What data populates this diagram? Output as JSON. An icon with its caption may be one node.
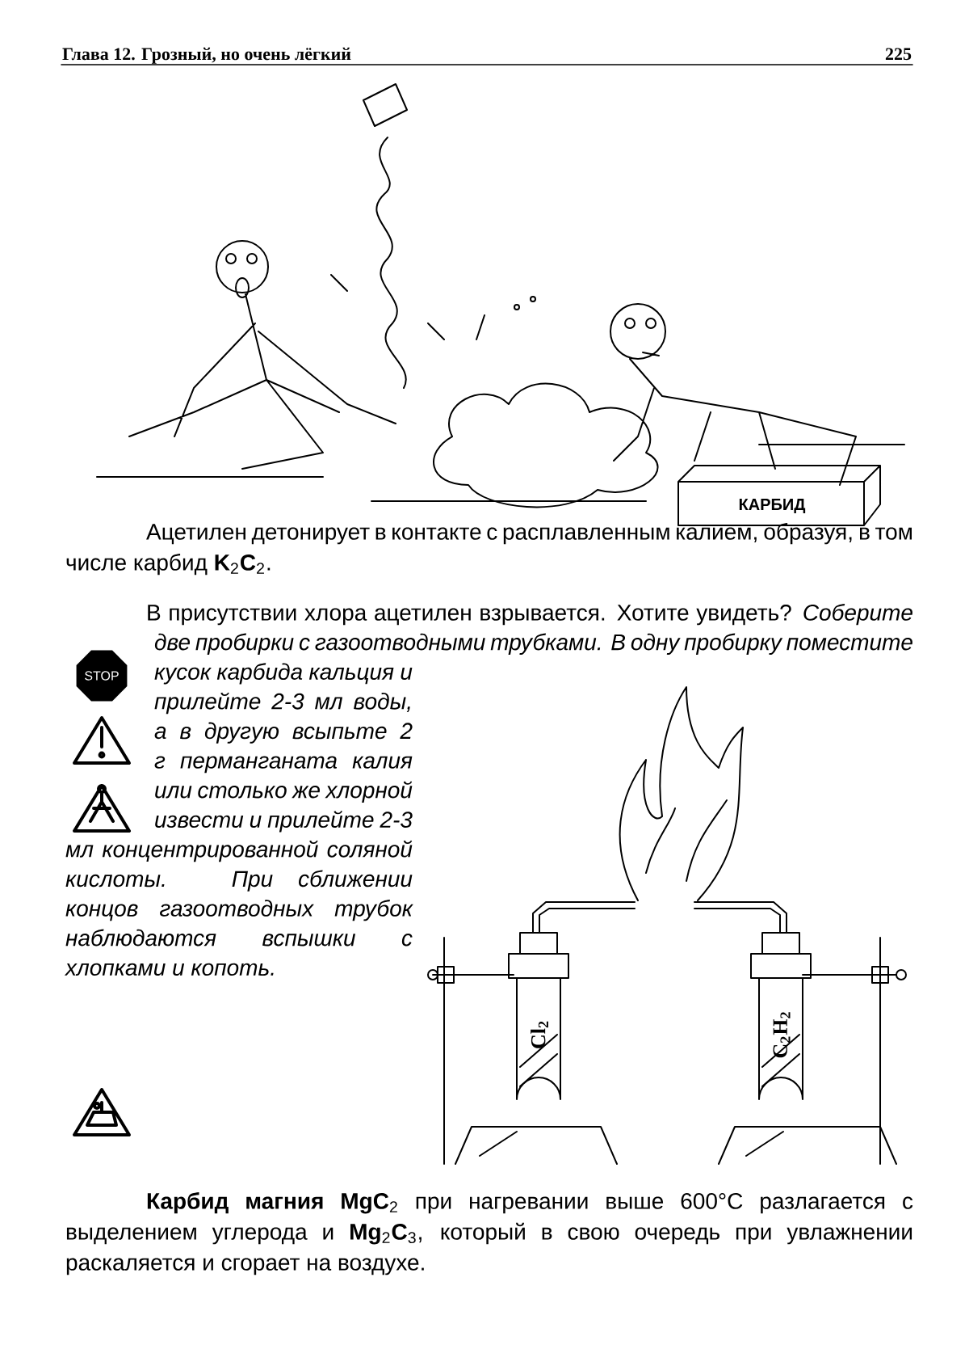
{
  "diagram": {
    "labels": [
      "Глава 12. Грозный, но очень лёгкий",
      "225",
      "КАРБИД",
      "Ацетилен детонирует в контакте с расплавленным калием, образуя, в том числе карбид **K**$_{2}$**C**$_{2}$.",
      "В присутствии хлора ацетилен взрывается. Хотите увидеть? *Соберите две пробирки с газоотводными трубками. В одну пробирку поместите кусок карбида кальция и прилейте 2-3 мл воды, а в другую всыпьте 2 г перманганата калия или столько же хлорной извести и прилейте 2-3 мл концентрированной соляной кислоты. При сближении концов газоотводных трубок наблюдаются вспышки с хлопками и копоть.*",
      "STOP",
      "Cl$_{2}$",
      "C$_{2}$H$_{2}$",
      "**Карбид магния MgC**$_{2}$ при нагревании выше 600°C разлагается с выделением углерода и **Mg**$_{2}$**C**$_{3}$, который в свою очередь при увлажнении раскаляется и сгорает на воздухе."
    ]
  }
}
